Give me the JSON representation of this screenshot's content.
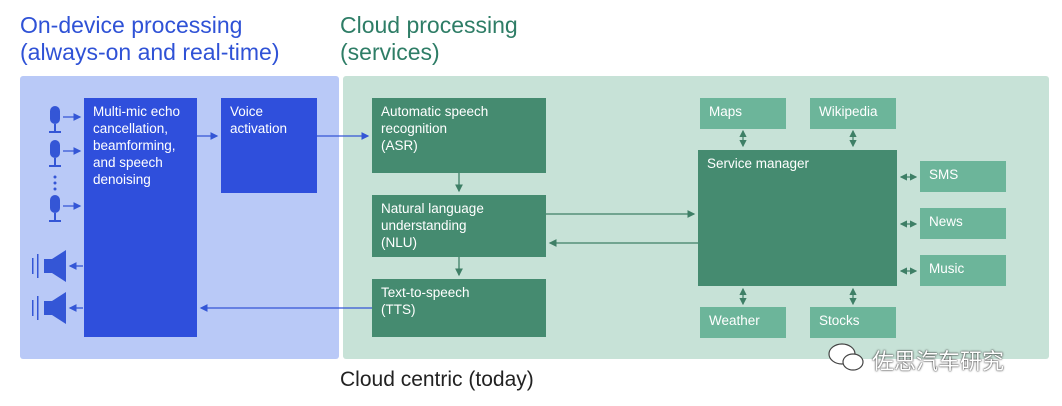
{
  "headings": {
    "on_device": "On-device processing\n(always-on and real-time)",
    "cloud": "Cloud processing\n(services)"
  },
  "boxes": {
    "echo": "Multi-mic echo\ncancellation,\nbeamforming,\nand speech\ndenoising",
    "voice": "Voice\nactivation",
    "asr": "Automatic speech\nrecognition\n(ASR)",
    "nlu": "Natural language\nunderstanding\n(NLU)",
    "tts": "Text-to-speech\n(TTS)",
    "service": "Service manager",
    "maps": "Maps",
    "wikipedia": "Wikipedia",
    "sms": "SMS",
    "news": "News",
    "music": "Music",
    "weather": "Weather",
    "stocks": "Stocks"
  },
  "caption": "Cloud centric (today)",
  "watermark": "佐思汽车研究",
  "colors": {
    "on_device_blue": "#2f4fdc",
    "cloud_dark_green": "#458b70",
    "cloud_light_green": "#6cb59a"
  },
  "icons": [
    "microphone-icon",
    "speaker-icon",
    "wechat-logo-icon"
  ]
}
